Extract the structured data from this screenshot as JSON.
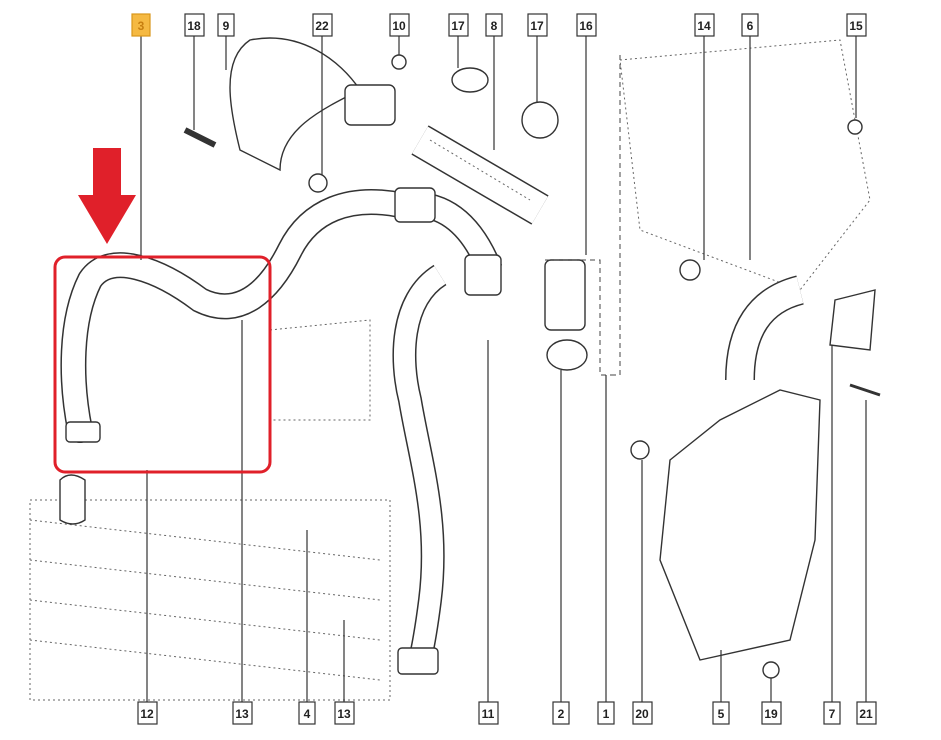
{
  "diagram": {
    "highlight_color": "#e0202a",
    "selected_label_color": "#f5b942",
    "top_labels": [
      "3",
      "18",
      "9",
      "22",
      "10",
      "17",
      "8",
      "17",
      "16",
      "14",
      "6",
      "15"
    ],
    "bottom_labels": [
      "12",
      "13",
      "4",
      "13",
      "11",
      "2",
      "1",
      "20",
      "5",
      "19",
      "7",
      "21"
    ],
    "selected_part": "3",
    "icons": [
      "down-arrow-icon"
    ]
  }
}
